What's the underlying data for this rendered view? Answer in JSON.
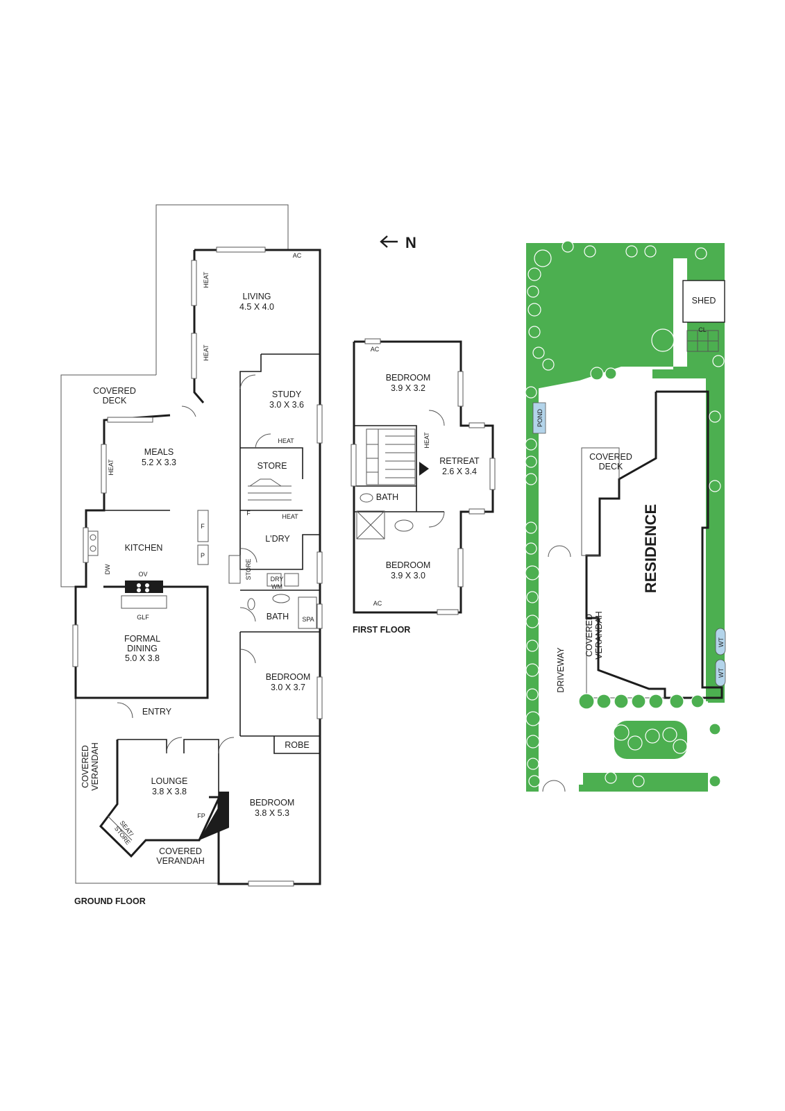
{
  "north": {
    "arrow": "←",
    "letter": "N"
  },
  "ground_floor": {
    "caption": "GROUND FLOOR",
    "rooms": {
      "living": {
        "name": "LIVING",
        "size": "4.5 X 4.0"
      },
      "covered_deck": {
        "line1": "COVERED",
        "line2": "DECK"
      },
      "study": {
        "name": "STUDY",
        "size": "3.0 X 3.6"
      },
      "meals": {
        "name": "MEALS",
        "size": "5.2 X 3.3"
      },
      "store": {
        "name": "STORE"
      },
      "kitchen": {
        "name": "KITCHEN"
      },
      "laundry": {
        "name": "L'DRY"
      },
      "store_small": {
        "name": "STORE"
      },
      "bath": {
        "name": "BATH"
      },
      "formal_dining": {
        "line1": "FORMAL",
        "line2": "DINING",
        "size": "5.0 X 3.8"
      },
      "bedroom1": {
        "name": "BEDROOM",
        "size": "3.0 X 3.7"
      },
      "entry": {
        "name": "ENTRY"
      },
      "robe": {
        "name": "ROBE"
      },
      "lounge": {
        "name": "LOUNGE",
        "size": "3.8 X 3.8"
      },
      "bedroom2": {
        "name": "BEDROOM",
        "size": "3.8 X 5.3"
      },
      "covered_verandah_side": {
        "line1": "COVERED",
        "line2": "VERANDAH"
      },
      "covered_verandah_front": {
        "line1": "COVERED",
        "line2": "VERANDAH"
      },
      "seat_store": {
        "line1": "SEAT/",
        "line2": "STORE"
      }
    },
    "fixtures": {
      "ac": "AC",
      "heat": "HEAT",
      "f": "F",
      "p": "P",
      "ov": "OV",
      "dw": "DW",
      "glf": "GLF",
      "dry": "DRY",
      "wm": "WM",
      "spa": "SPA",
      "fp": "FP"
    }
  },
  "first_floor": {
    "caption": "FIRST FLOOR",
    "rooms": {
      "bedroom1": {
        "name": "BEDROOM",
        "size": "3.9 X 3.2"
      },
      "retreat": {
        "name": "RETREAT",
        "size": "2.6 X 3.4"
      },
      "bath": {
        "name": "BATH"
      },
      "bedroom2": {
        "name": "BEDROOM",
        "size": "3.9 X 3.0"
      }
    },
    "fixtures": {
      "ac": "AC",
      "heat": "HEAT"
    }
  },
  "site_plan": {
    "residence": "RESIDENCE",
    "shed": "SHED",
    "pond": "POND",
    "covered_deck": {
      "line1": "COVERED",
      "line2": "DECK"
    },
    "covered_verandah": {
      "line1": "COVERED",
      "line2": "VERANDAH"
    },
    "driveway": "DRIVEWAY",
    "wt": "WT",
    "cl": "CL"
  },
  "colors": {
    "lawn": "#4caf50",
    "tree": "#4caf50",
    "pond": "#b3d4ea",
    "wall": "#1c1c1c"
  }
}
